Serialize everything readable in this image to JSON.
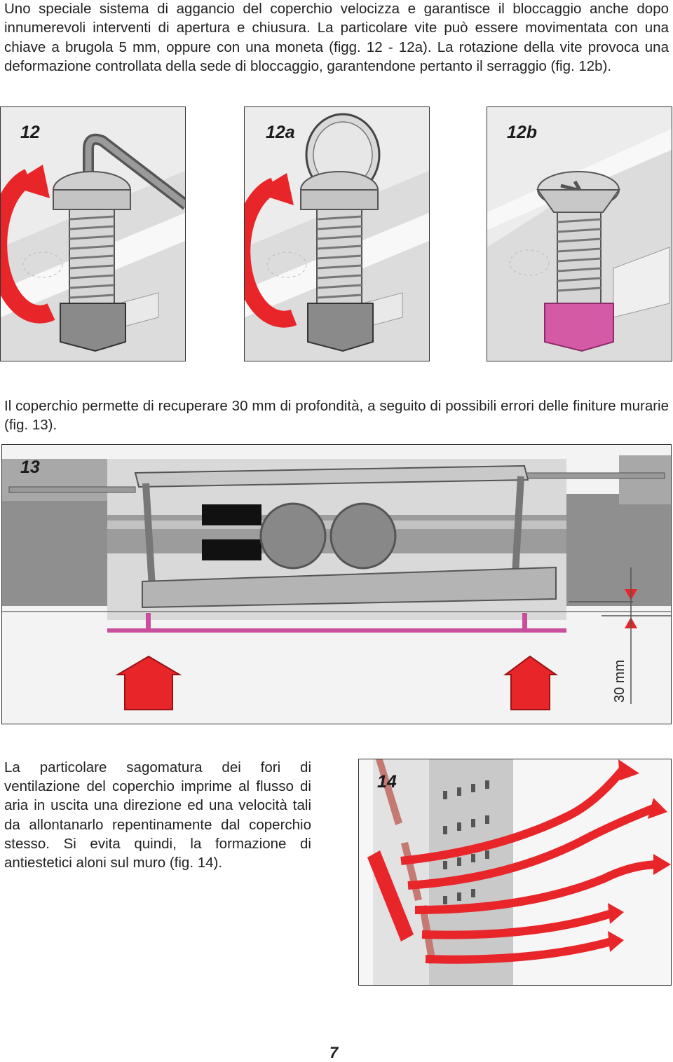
{
  "paragraphs": {
    "p1": "Uno speciale sistema di aggancio del coperchio velocizza e garantisce il bloccaggio anche dopo innumerevoli interventi di apertura e chiusura. La particolare vite può essere movimentata con una chiave a brugola 5 mm, oppure con una moneta (figg. 12 - 12a). La rotazione della vite provoca una deformazione controllata della sede di bloccaggio, garantendone pertanto il serraggio (fig. 12b).",
    "p2": "Il coperchio permette di recuperare 30 mm di profondità, a seguito di possibili errori delle finiture murarie (fig. 13).",
    "p3": "La particolare sagomatura dei fori di ventilazione del coperchio imprime al flusso di aria in uscita una direzione ed una velocità tali da allontanarlo repentinamente dal coperchio stesso. Si evita quindi, la formazione di antiestetici aloni sul muro (fig. 14)."
  },
  "figures": {
    "fig12": {
      "label": "12"
    },
    "fig12a": {
      "label": "12a"
    },
    "fig12b": {
      "label": "12b"
    },
    "fig13": {
      "label": "13",
      "dimension": "30 mm"
    },
    "fig14": {
      "label": "14"
    }
  },
  "page_number": "7",
  "colors": {
    "arrow_red": "#e8262a",
    "nut_magenta": "#d45aa5",
    "frame_pink": "#c94f9c",
    "metal_grey": "#b8b8b8"
  }
}
